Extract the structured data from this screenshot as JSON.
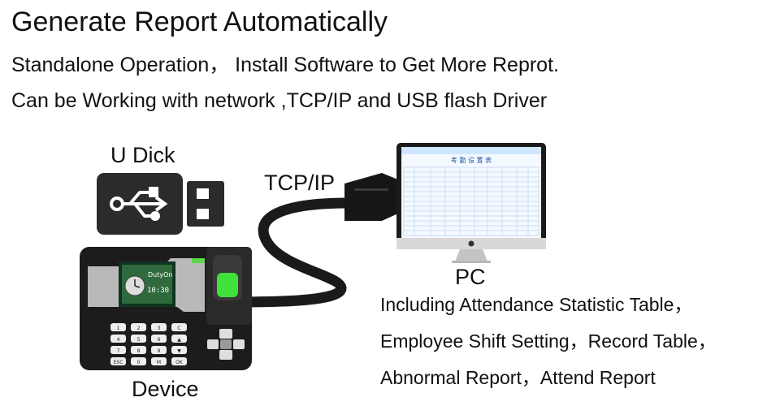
{
  "heading": {
    "title": "Generate Report Automatically",
    "line1": "Standalone Operation，  Install Software to Get More Reprot.",
    "line2": "Can be Working with network ,TCP/IP and USB flash Driver"
  },
  "labels": {
    "usb": "U Dick",
    "tcp": "TCP/IP",
    "pc": "PC",
    "device": "Device"
  },
  "device_screen": {
    "brand": "DutyOn",
    "clock": "10:30"
  },
  "keypad": {
    "keys": [
      "1",
      "2",
      "3",
      "C",
      "4",
      "5",
      "6",
      "▲",
      "7",
      "8",
      "9",
      "▼",
      "ESC",
      "0",
      "M",
      "OK"
    ]
  },
  "pc_screen": {
    "sheet_title": "考 勤 设 置 表"
  },
  "includes": {
    "line1": "Including Attendance Statistic Table，",
    "line2": "Employee Shift Setting，Record Table，",
    "line3": "Abnormal Report，Attend Report"
  },
  "colors": {
    "text": "#111111",
    "device_body": "#1c1c1c",
    "usb_body": "#2b2b2b",
    "fingerprint_green": "#3fe23a",
    "monitor_silver": "#d8d8d8",
    "sheet_header": "#cfe6ff"
  }
}
